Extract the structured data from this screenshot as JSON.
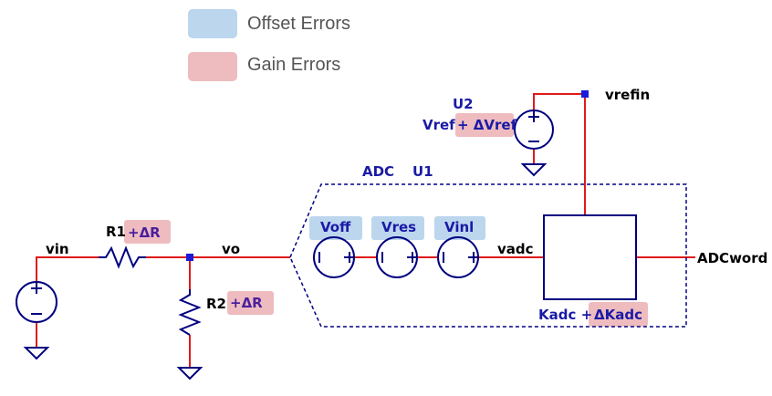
{
  "colors": {
    "offset": "#bcd6ee",
    "gain": "#eebcbf",
    "wire": "#e01a1a",
    "component": "#000080",
    "junction": "#1a1adb",
    "label_blue": "#1a1aa6",
    "label_black": "#000000"
  },
  "legend": {
    "offset": "Offset Errors",
    "gain": "Gain Errors"
  },
  "nets": {
    "vin": "vin",
    "vo": "vo",
    "vadc": "vadc",
    "vrefin": "vrefin",
    "adcword": "ADCword"
  },
  "components": {
    "r1": {
      "name": "R1",
      "error": "+ΔR"
    },
    "r2": {
      "name": "R2",
      "error": "+ΔR"
    },
    "u2": {
      "name": "U2",
      "value": "Vref",
      "error": "+ ΔVref"
    },
    "adc": {
      "name": "ADC",
      "inst": "U1"
    },
    "voff": "Voff",
    "vres": "Vres",
    "vinl": "Vinl",
    "kadc": {
      "value": "Kadc +",
      "error": "ΔKadc"
    }
  },
  "icons": [
    "voltage-source-icon",
    "ground-icon",
    "resistor-icon",
    "adc-block-icon",
    "junction-dot-icon"
  ]
}
